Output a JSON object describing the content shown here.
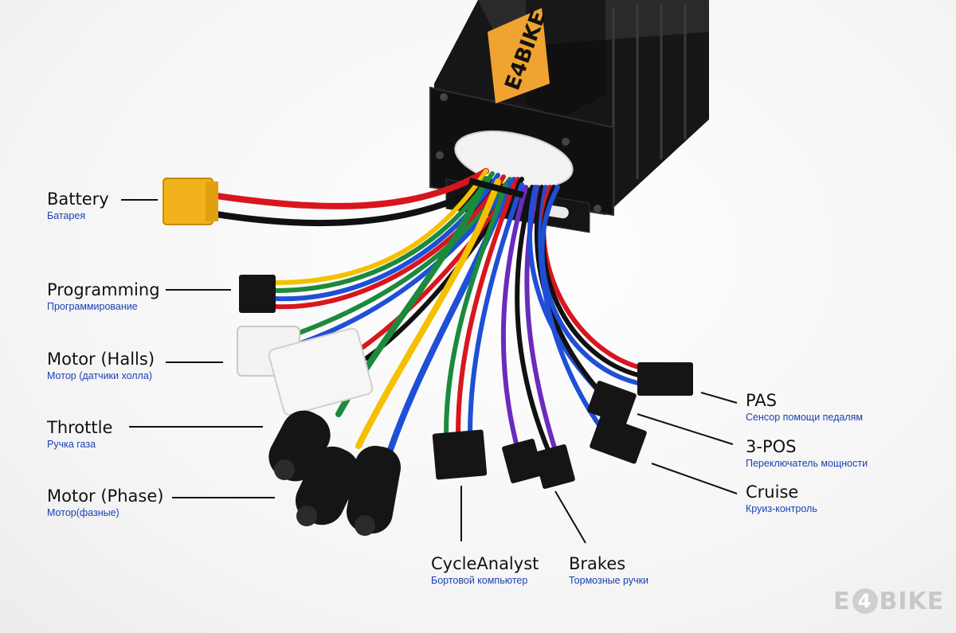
{
  "logo": {
    "text": "E4BIKE",
    "prefix": "E",
    "circle": "4",
    "suffix": "BIKE"
  },
  "labels": {
    "battery": {
      "en": "Battery",
      "ru": "Батарея"
    },
    "programming": {
      "en": "Programming",
      "ru": "Программирование"
    },
    "motor_halls": {
      "en": "Motor (Halls)",
      "ru": "Мотор (датчики холла)"
    },
    "throttle": {
      "en": "Throttle",
      "ru": "Ручка газа"
    },
    "motor_phase": {
      "en": "Motor (Phase)",
      "ru": "Мотор(фазные)"
    },
    "cycle_analyst": {
      "en": "CycleAnalyst",
      "ru": "Бортовой компьютер"
    },
    "brakes": {
      "en": "Brakes",
      "ru": "Тормозные ручки"
    },
    "pas": {
      "en": "PAS",
      "ru": "Сенсор помощи педалям"
    },
    "three_pos": {
      "en": "3-POS",
      "ru": "Переключатель мощности"
    },
    "cruise": {
      "en": "Cruise",
      "ru": "Круиз-контроль"
    }
  },
  "colors": {
    "english_text": "#111111",
    "russian_text": "#1a3fb5",
    "controller_body": "#1b1b1b",
    "logo_panel": "#f0a330",
    "battery_connector": "#f2b21b"
  }
}
